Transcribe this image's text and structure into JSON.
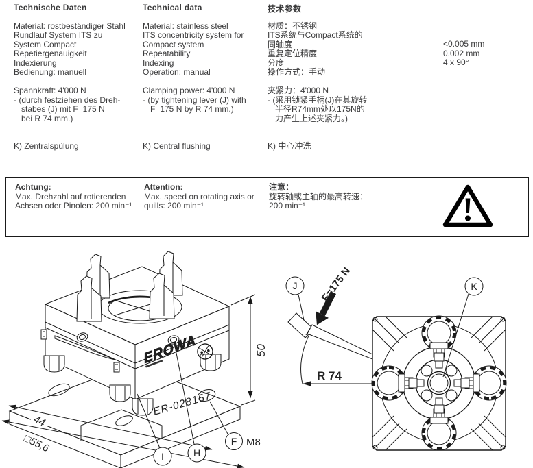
{
  "page": {
    "bg": "#ffffff",
    "text_color": "#3b3b3c",
    "line_color": "#1a1a1a"
  },
  "specs": {
    "de": {
      "title": "Technische Daten",
      "lines": [
        "Material: rostbeständiger Stahl",
        "Rundlauf System ITS zu",
        "System Compact",
        "Repetiergenauigkeit",
        "Indexierung",
        "Bedienung: manuell"
      ],
      "clamp": [
        "Spannkraft: 4'000 N",
        "- (durch festziehen des Dreh-",
        "stabes (J) mit F=175 N",
        "bei R 74 mm.)"
      ],
      "flush": "K) Zentralspülung"
    },
    "en": {
      "title": "Technical data",
      "lines": [
        "Material: stainless steel",
        "ITS concentricity system for",
        "Compact system",
        "Repeatability",
        "Indexing",
        "Operation: manual"
      ],
      "clamp": [
        "Clamping power: 4'000 N",
        "- (by tightening lever (J) with",
        "F=175 N by R 74 mm.)"
      ],
      "flush": "K) Central flushing"
    },
    "zh": {
      "title": "技术参数",
      "lines": [
        "材质：不锈钢",
        "ITS系统与Compact系统的",
        "同轴度",
        "重复定位精度",
        "分度",
        "操作方式：手动"
      ],
      "clamp": [
        "夹紧力：4'000 N",
        "- (采用锁紧手柄(J)在其旋转",
        "半径R74mm处以175N的",
        "力产生上述夹紧力。)"
      ],
      "flush": "K) 中心冲洗"
    },
    "values": [
      "<0.005 mm",
      "0.002 mm",
      "4 x 90°"
    ]
  },
  "warning": {
    "de": {
      "title": "Achtung:",
      "lines": [
        "Max. Drehzahl auf rotierenden",
        "Achsen oder Pinolen: 200 min⁻¹"
      ]
    },
    "en": {
      "title": "Attention:",
      "lines": [
        "Max. speed on rotating axis or",
        "quills: 200 min⁻¹"
      ]
    },
    "zh": {
      "title": "注意：",
      "lines": [
        "旋转轴或主轴的最高转速：",
        "200 min⁻¹"
      ]
    }
  },
  "drawing_left": {
    "dim_height": "50",
    "dim_width": "44",
    "dim_square": "□55,6",
    "part_no": "ER-028167",
    "brand": "EROWA",
    "callout_i": "I",
    "callout_h": "H",
    "callout_f": "F",
    "thread": "M8"
  },
  "drawing_right": {
    "callout_j": "J",
    "callout_k": "K",
    "force": "F=175 N",
    "radius": "R 74"
  }
}
